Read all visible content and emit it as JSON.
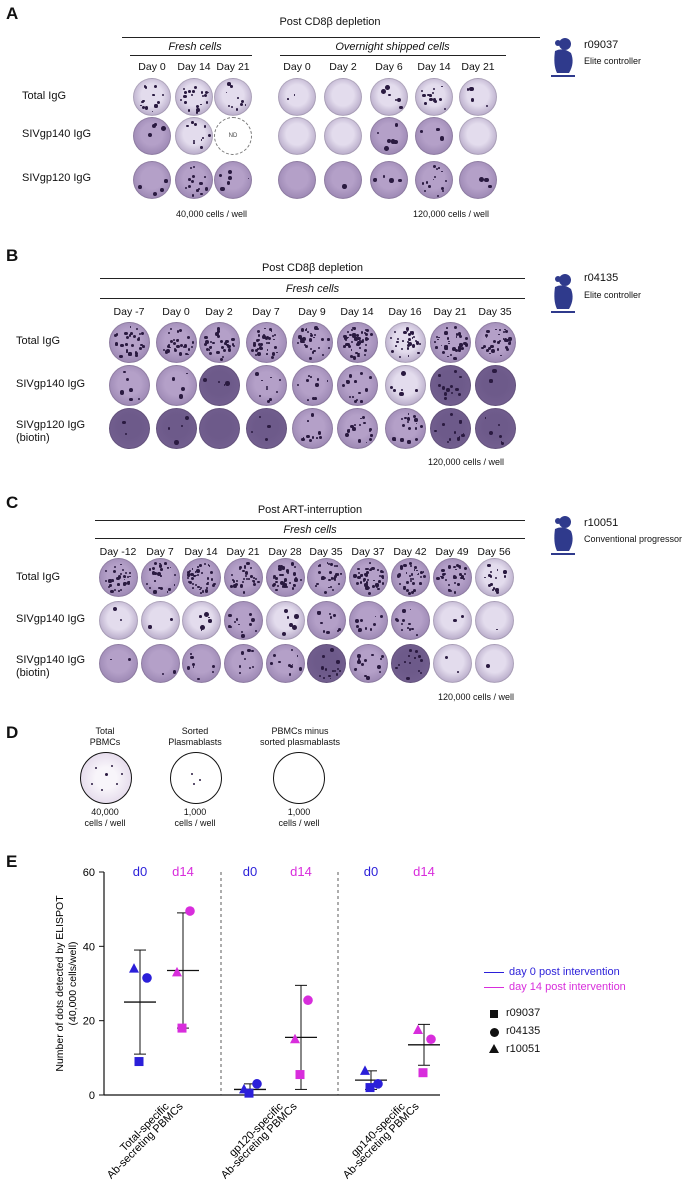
{
  "colors": {
    "well_light": "#e3dced",
    "well_medium": "#b4a0c8",
    "well_dark": "#6d5a8a",
    "day0": "#2b1fd9",
    "day14": "#d82ddc",
    "dot": "#2a1a40"
  },
  "panelA": {
    "label": "A",
    "title": "Post CD8β depletion",
    "group1": "Fresh cells",
    "group2": "Overnight shipped cells",
    "days": [
      "Day 0",
      "Day 14",
      "Day 21",
      "Day 0",
      "Day 2",
      "Day 6",
      "Day 14",
      "Day 21"
    ],
    "rows": [
      "Total IgG",
      "SIVgp140 IgG",
      "SIVgp120 IgG"
    ],
    "nd_label": "ND",
    "note1": "40,000 cells / well",
    "note2": "120,000 cells / well",
    "animal_id": "r09037",
    "animal_status": "Elite controller",
    "icon": "monkey-icon"
  },
  "panelB": {
    "label": "B",
    "title": "Post CD8β depletion",
    "group": "Fresh cells",
    "days": [
      "Day -7",
      "Day 0",
      "Day 2",
      "Day 7",
      "Day 9",
      "Day 14",
      "Day 16",
      "Day 21",
      "Day 35"
    ],
    "rows": [
      "Total IgG",
      "SIVgp140 IgG",
      "SIVgp120 IgG\n(biotin)"
    ],
    "note": "120,000 cells / well",
    "animal_id": "r04135",
    "animal_status": "Elite controller",
    "icon": "monkey-icon"
  },
  "panelC": {
    "label": "C",
    "title": "Post ART-interruption",
    "group": "Fresh cells",
    "days": [
      "Day -12",
      "Day 7",
      "Day 14",
      "Day 21",
      "Day 28",
      "Day 35",
      "Day 37",
      "Day 42",
      "Day 49",
      "Day 56"
    ],
    "rows": [
      "Total IgG",
      "SIVgp140 IgG",
      "SIVgp140 IgG\n(biotin)"
    ],
    "note": "120,000 cells / well",
    "animal_id": "r10051",
    "animal_status": "Conventional progressor",
    "icon": "monkey-icon"
  },
  "panelD": {
    "label": "D",
    "items": [
      {
        "title": "Total\nPBMCs",
        "note": "40,000\ncells / well"
      },
      {
        "title": "Sorted\nPlasmablasts",
        "note": "1,000\ncells / well"
      },
      {
        "title": "PBMCs minus\nsorted plasmablasts",
        "note": "1,000\ncells / well"
      }
    ]
  },
  "panelE": {
    "label": "E",
    "group_labels": [
      {
        "d0": "d0",
        "d14": "d14"
      },
      {
        "d0": "d0",
        "d14": "d14"
      },
      {
        "d0": "d0",
        "d14": "d14"
      }
    ],
    "legend": {
      "day0": "day 0 post intervention",
      "day14": "day 14 post intervention",
      "animals": [
        "r09037",
        "r04135",
        "r10051"
      ]
    }
  },
  "chart_data": {
    "type": "scatter",
    "ylabel": "Number of dots detected by ELISPOT\n(40,000 cells/well)",
    "ylim": [
      0,
      60
    ],
    "yticks": [
      0,
      20,
      40,
      60
    ],
    "categories": [
      "Total-specific\nAb-secreting PBMCs",
      "gp120-specific\nAb-secreting PBMCs",
      "gp140-specific\nAb-secreting PBMCs"
    ],
    "series": [
      {
        "name": "day 0 post intervention",
        "color": "#2b1fd9",
        "points": [
          {
            "group": 0,
            "animal": "r09037",
            "shape": "square",
            "y": 9
          },
          {
            "group": 0,
            "animal": "r04135",
            "shape": "circle",
            "y": 31.5
          },
          {
            "group": 0,
            "animal": "r10051",
            "shape": "triangle",
            "y": 34
          },
          {
            "group": 1,
            "animal": "r09037",
            "shape": "square",
            "y": 0.5
          },
          {
            "group": 1,
            "animal": "r04135",
            "shape": "circle",
            "y": 3
          },
          {
            "group": 1,
            "animal": "r10051",
            "shape": "triangle",
            "y": 1.5
          },
          {
            "group": 2,
            "animal": "r09037",
            "shape": "square",
            "y": 2
          },
          {
            "group": 2,
            "animal": "r04135",
            "shape": "circle",
            "y": 3
          },
          {
            "group": 2,
            "animal": "r10051",
            "shape": "triangle",
            "y": 6.5
          }
        ],
        "mean": [
          25,
          1.5,
          4
        ],
        "sd": [
          14,
          1.5,
          2.5
        ]
      },
      {
        "name": "day 14 post intervention",
        "color": "#d82ddc",
        "points": [
          {
            "group": 0,
            "animal": "r09037",
            "shape": "square",
            "y": 18
          },
          {
            "group": 0,
            "animal": "r04135",
            "shape": "circle",
            "y": 49.5
          },
          {
            "group": 0,
            "animal": "r10051",
            "shape": "triangle",
            "y": 33
          },
          {
            "group": 1,
            "animal": "r09037",
            "shape": "square",
            "y": 5.5
          },
          {
            "group": 1,
            "animal": "r04135",
            "shape": "circle",
            "y": 25.5
          },
          {
            "group": 1,
            "animal": "r10051",
            "shape": "triangle",
            "y": 15
          },
          {
            "group": 2,
            "animal": "r09037",
            "shape": "square",
            "y": 6
          },
          {
            "group": 2,
            "animal": "r04135",
            "shape": "circle",
            "y": 15
          },
          {
            "group": 2,
            "animal": "r10051",
            "shape": "triangle",
            "y": 17.5
          }
        ],
        "mean": [
          33.5,
          15.5,
          13.5
        ],
        "sd": [
          15.5,
          14,
          5.5
        ]
      }
    ]
  }
}
